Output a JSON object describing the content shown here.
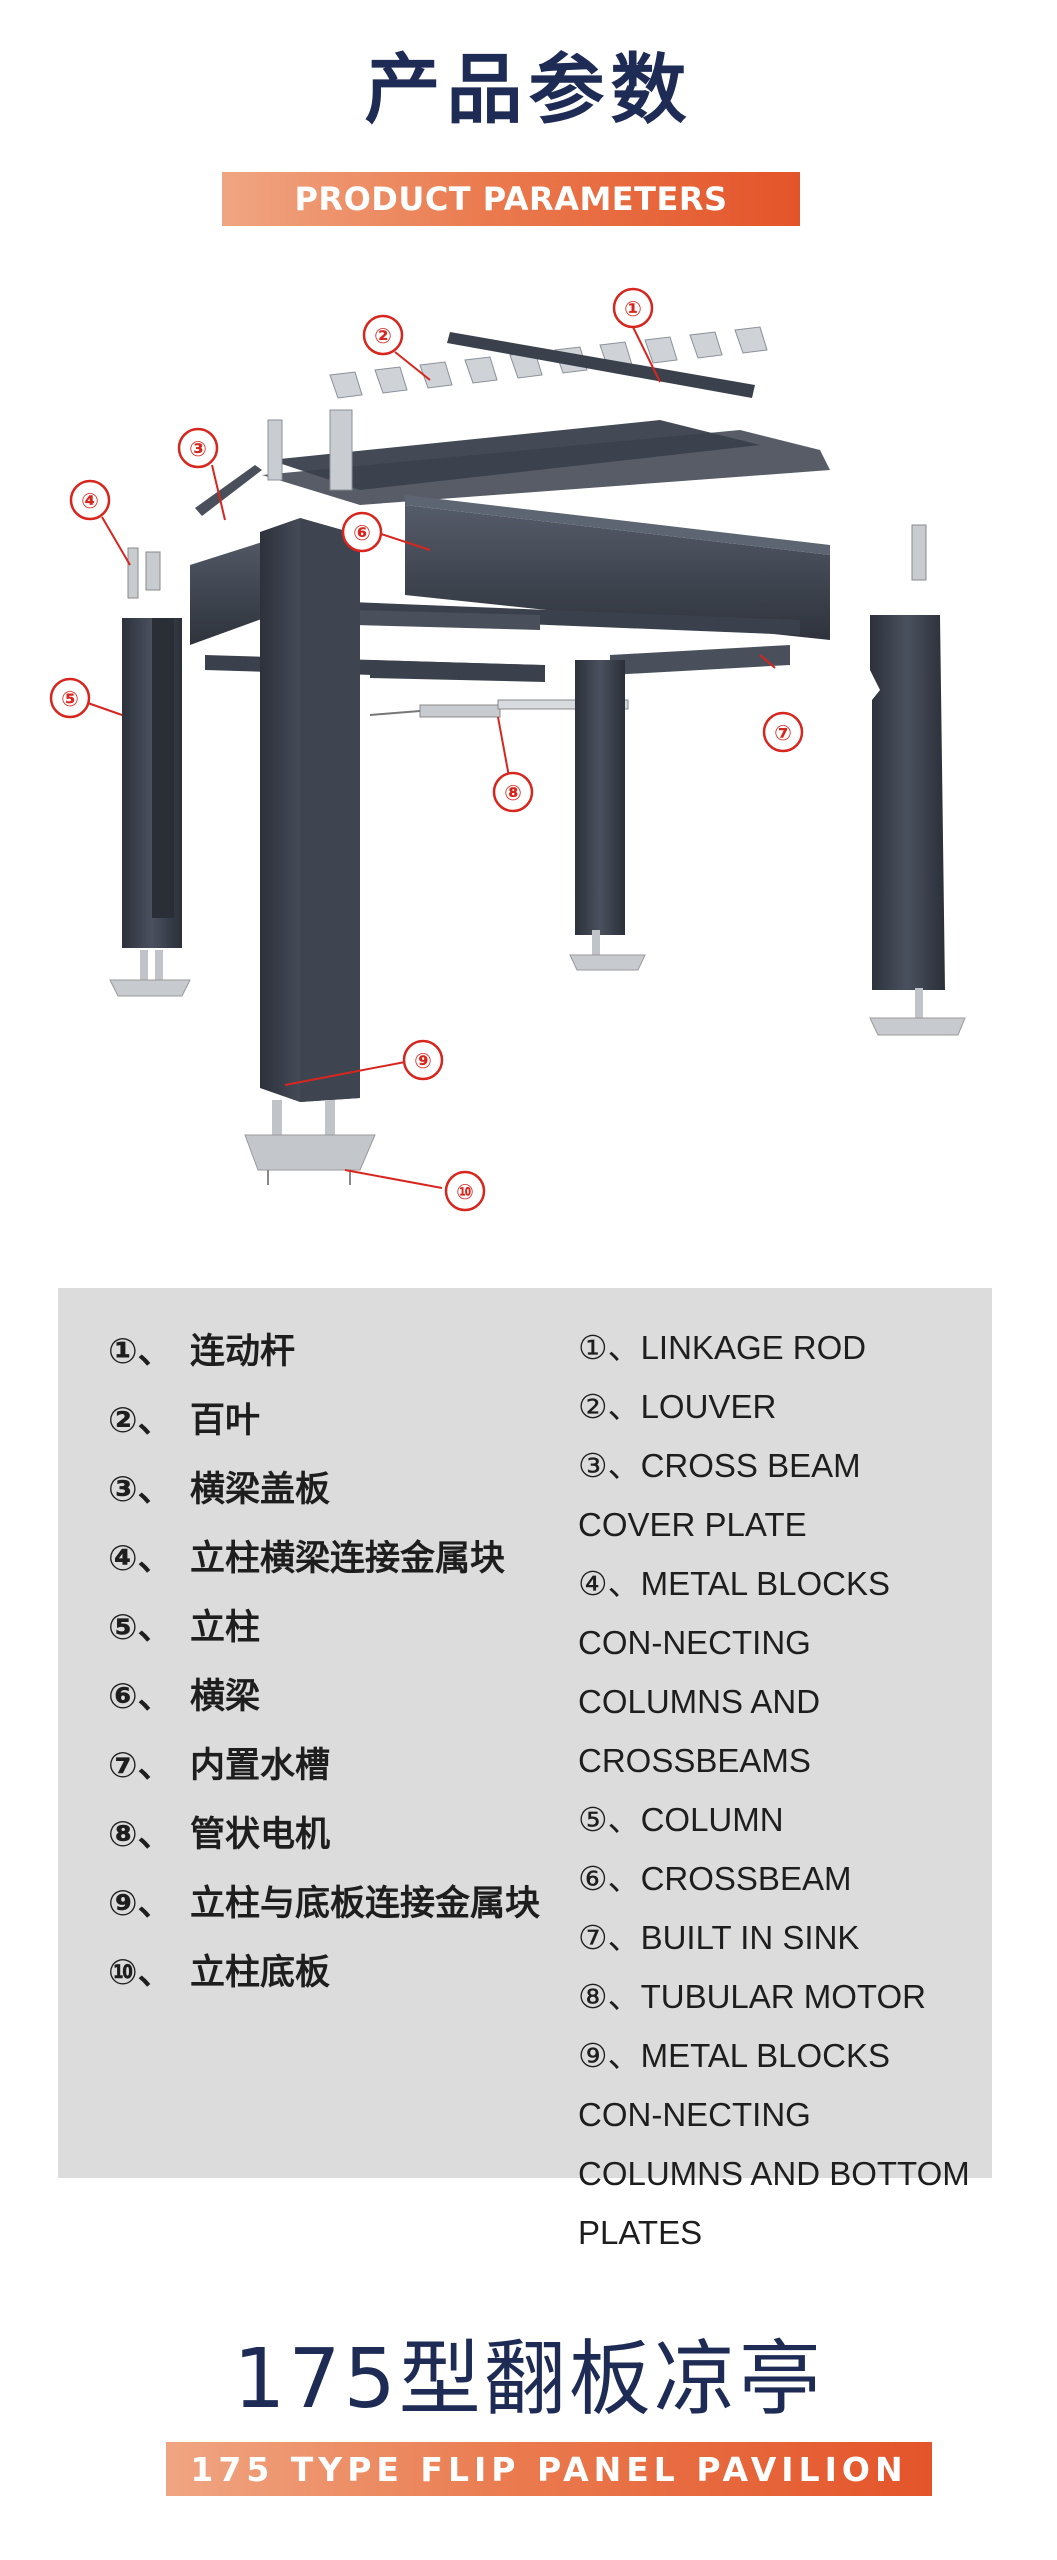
{
  "header": {
    "title_cn": "产品参数",
    "title_en": "PRODUCT PARAMETERS"
  },
  "callouts": [
    "①",
    "②",
    "③",
    "④",
    "⑤",
    "⑥",
    "⑦",
    "⑧",
    "⑨",
    "⑩"
  ],
  "parts_cn": [
    {
      "num": "①、",
      "name": "连动杆"
    },
    {
      "num": "②、",
      "name": "百叶"
    },
    {
      "num": "③、",
      "name": "横梁盖板"
    },
    {
      "num": "④、",
      "name": "立柱横梁连接金属块"
    },
    {
      "num": "⑤、",
      "name": "立柱"
    },
    {
      "num": "⑥、",
      "name": "横梁"
    },
    {
      "num": "⑦、",
      "name": "内置水槽"
    },
    {
      "num": "⑧、",
      "name": "管状电机"
    },
    {
      "num": "⑨、",
      "name": "立柱与底板连接金属块"
    },
    {
      "num": "⑩、",
      "name": "立柱底板"
    }
  ],
  "parts_en": [
    "①、LINKAGE ROD",
    "②、LOUVER",
    "③、CROSS BEAM COVER PLATE",
    "④、METAL BLOCKS CON-NECTING COLUMNS AND CROSSBEAMS",
    "⑤、COLUMN",
    "⑥、CROSSBEAM",
    "⑦、BUILT IN SINK",
    "⑧、TUBULAR MOTOR",
    "⑨、METAL BLOCKS CON-NECTING COLUMNS AND BOTTOM PLATES"
  ],
  "footer": {
    "title_cn": "175型翻板凉亭",
    "title_en": "175 TYPE FLIP PANEL PAVILION"
  },
  "colors": {
    "navy": "#1d2b55",
    "accent_orange": "#e4542a",
    "callout_red": "#d7261e",
    "metal": "#3e4450",
    "panel_gray": "#dcdcdd"
  }
}
